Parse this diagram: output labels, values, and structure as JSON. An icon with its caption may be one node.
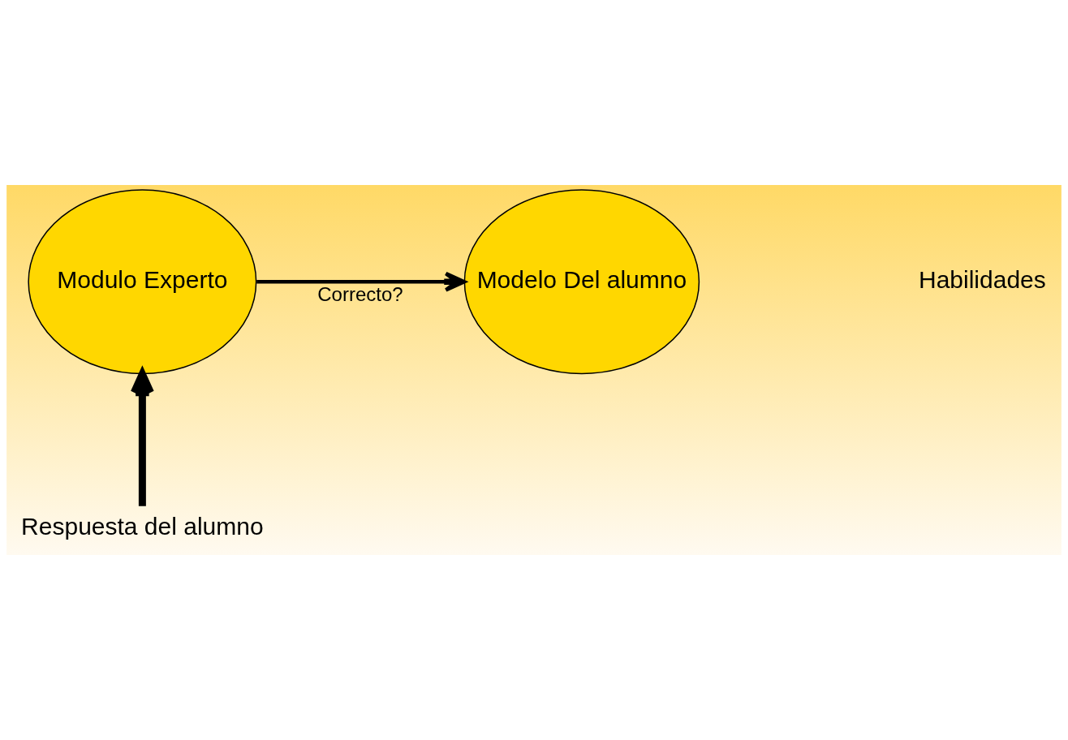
{
  "diagram": {
    "nodes": [
      {
        "text": [
          "Modulo Experto"
        ]
      },
      {
        "text": [
          "Modelo Del alumno"
        ]
      },
      {
        "text": [
          "Respuesta del alumno"
        ]
      }
    ],
    "edges": [
      {
        "from": 0,
        "to": 1,
        "arrow": "to",
        "label": "Correcto?"
      },
      {
        "from": 2,
        "to": 0,
        "arrow": "to",
        "style": "thick"
      }
    ],
    "labels": [
      "Habilidades"
    ]
  }
}
